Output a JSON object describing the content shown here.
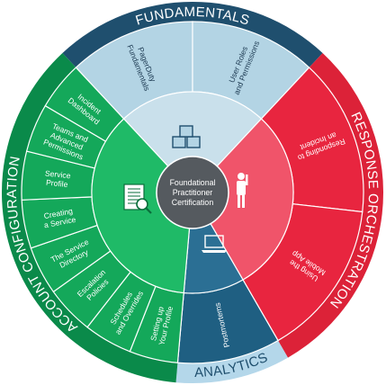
{
  "center": {
    "lines": [
      "Foundational",
      "Practitioner",
      "Certification"
    ]
  },
  "bands": {
    "fundamentals": "FUNDAMENTALS",
    "response_orchestration": "RESPONSE ORCHESTRATION",
    "analytics": "ANALYTICS",
    "account_configuration": "ACCOUNT CONFIGURATION"
  },
  "fundamentals_items": [
    {
      "lines": [
        "PagerDuty",
        "Fundamentals"
      ]
    },
    {
      "lines": [
        "User Roles",
        "and Permissions"
      ]
    }
  ],
  "response_items": [
    {
      "lines": [
        "Responding to",
        "an Incident"
      ]
    },
    {
      "lines": [
        "Using the",
        "Mobile App"
      ]
    }
  ],
  "analytics_items": [
    {
      "lines": [
        "Postmortems"
      ]
    }
  ],
  "account_items": [
    {
      "lines": [
        "Setting up",
        "Your Profile"
      ]
    },
    {
      "lines": [
        "Schedules",
        "and Overrides"
      ]
    },
    {
      "lines": [
        "Escalation",
        "Policies"
      ]
    },
    {
      "lines": [
        "The Service",
        "Directory"
      ]
    },
    {
      "lines": [
        "Creating",
        "a Service"
      ]
    },
    {
      "lines": [
        "Service",
        "Profile"
      ]
    },
    {
      "lines": [
        "Teams and",
        "Advanced",
        "Permissions"
      ]
    },
    {
      "lines": [
        "Incident",
        "Dashboard"
      ]
    }
  ],
  "icons": [
    "blocks-icon",
    "person-icon",
    "laptop-icon",
    "document-search-icon"
  ],
  "colors": {
    "fundamentals_band": "#1f4f6e",
    "fundamentals_fill": "#b3d4e4",
    "fundamentals_inner": "#c9e0eb",
    "response_band": "#dc2238",
    "response_fill": "#e8253f",
    "response_inner": "#f0546a",
    "analytics_band": "#b4d7ea",
    "analytics_fill": "#1f5f82",
    "analytics_inner": "#2b6f94",
    "account_band": "#0a8a4a",
    "account_fill": "#14a85a",
    "account_inner": "#1fba67",
    "center": "#555a5f"
  }
}
